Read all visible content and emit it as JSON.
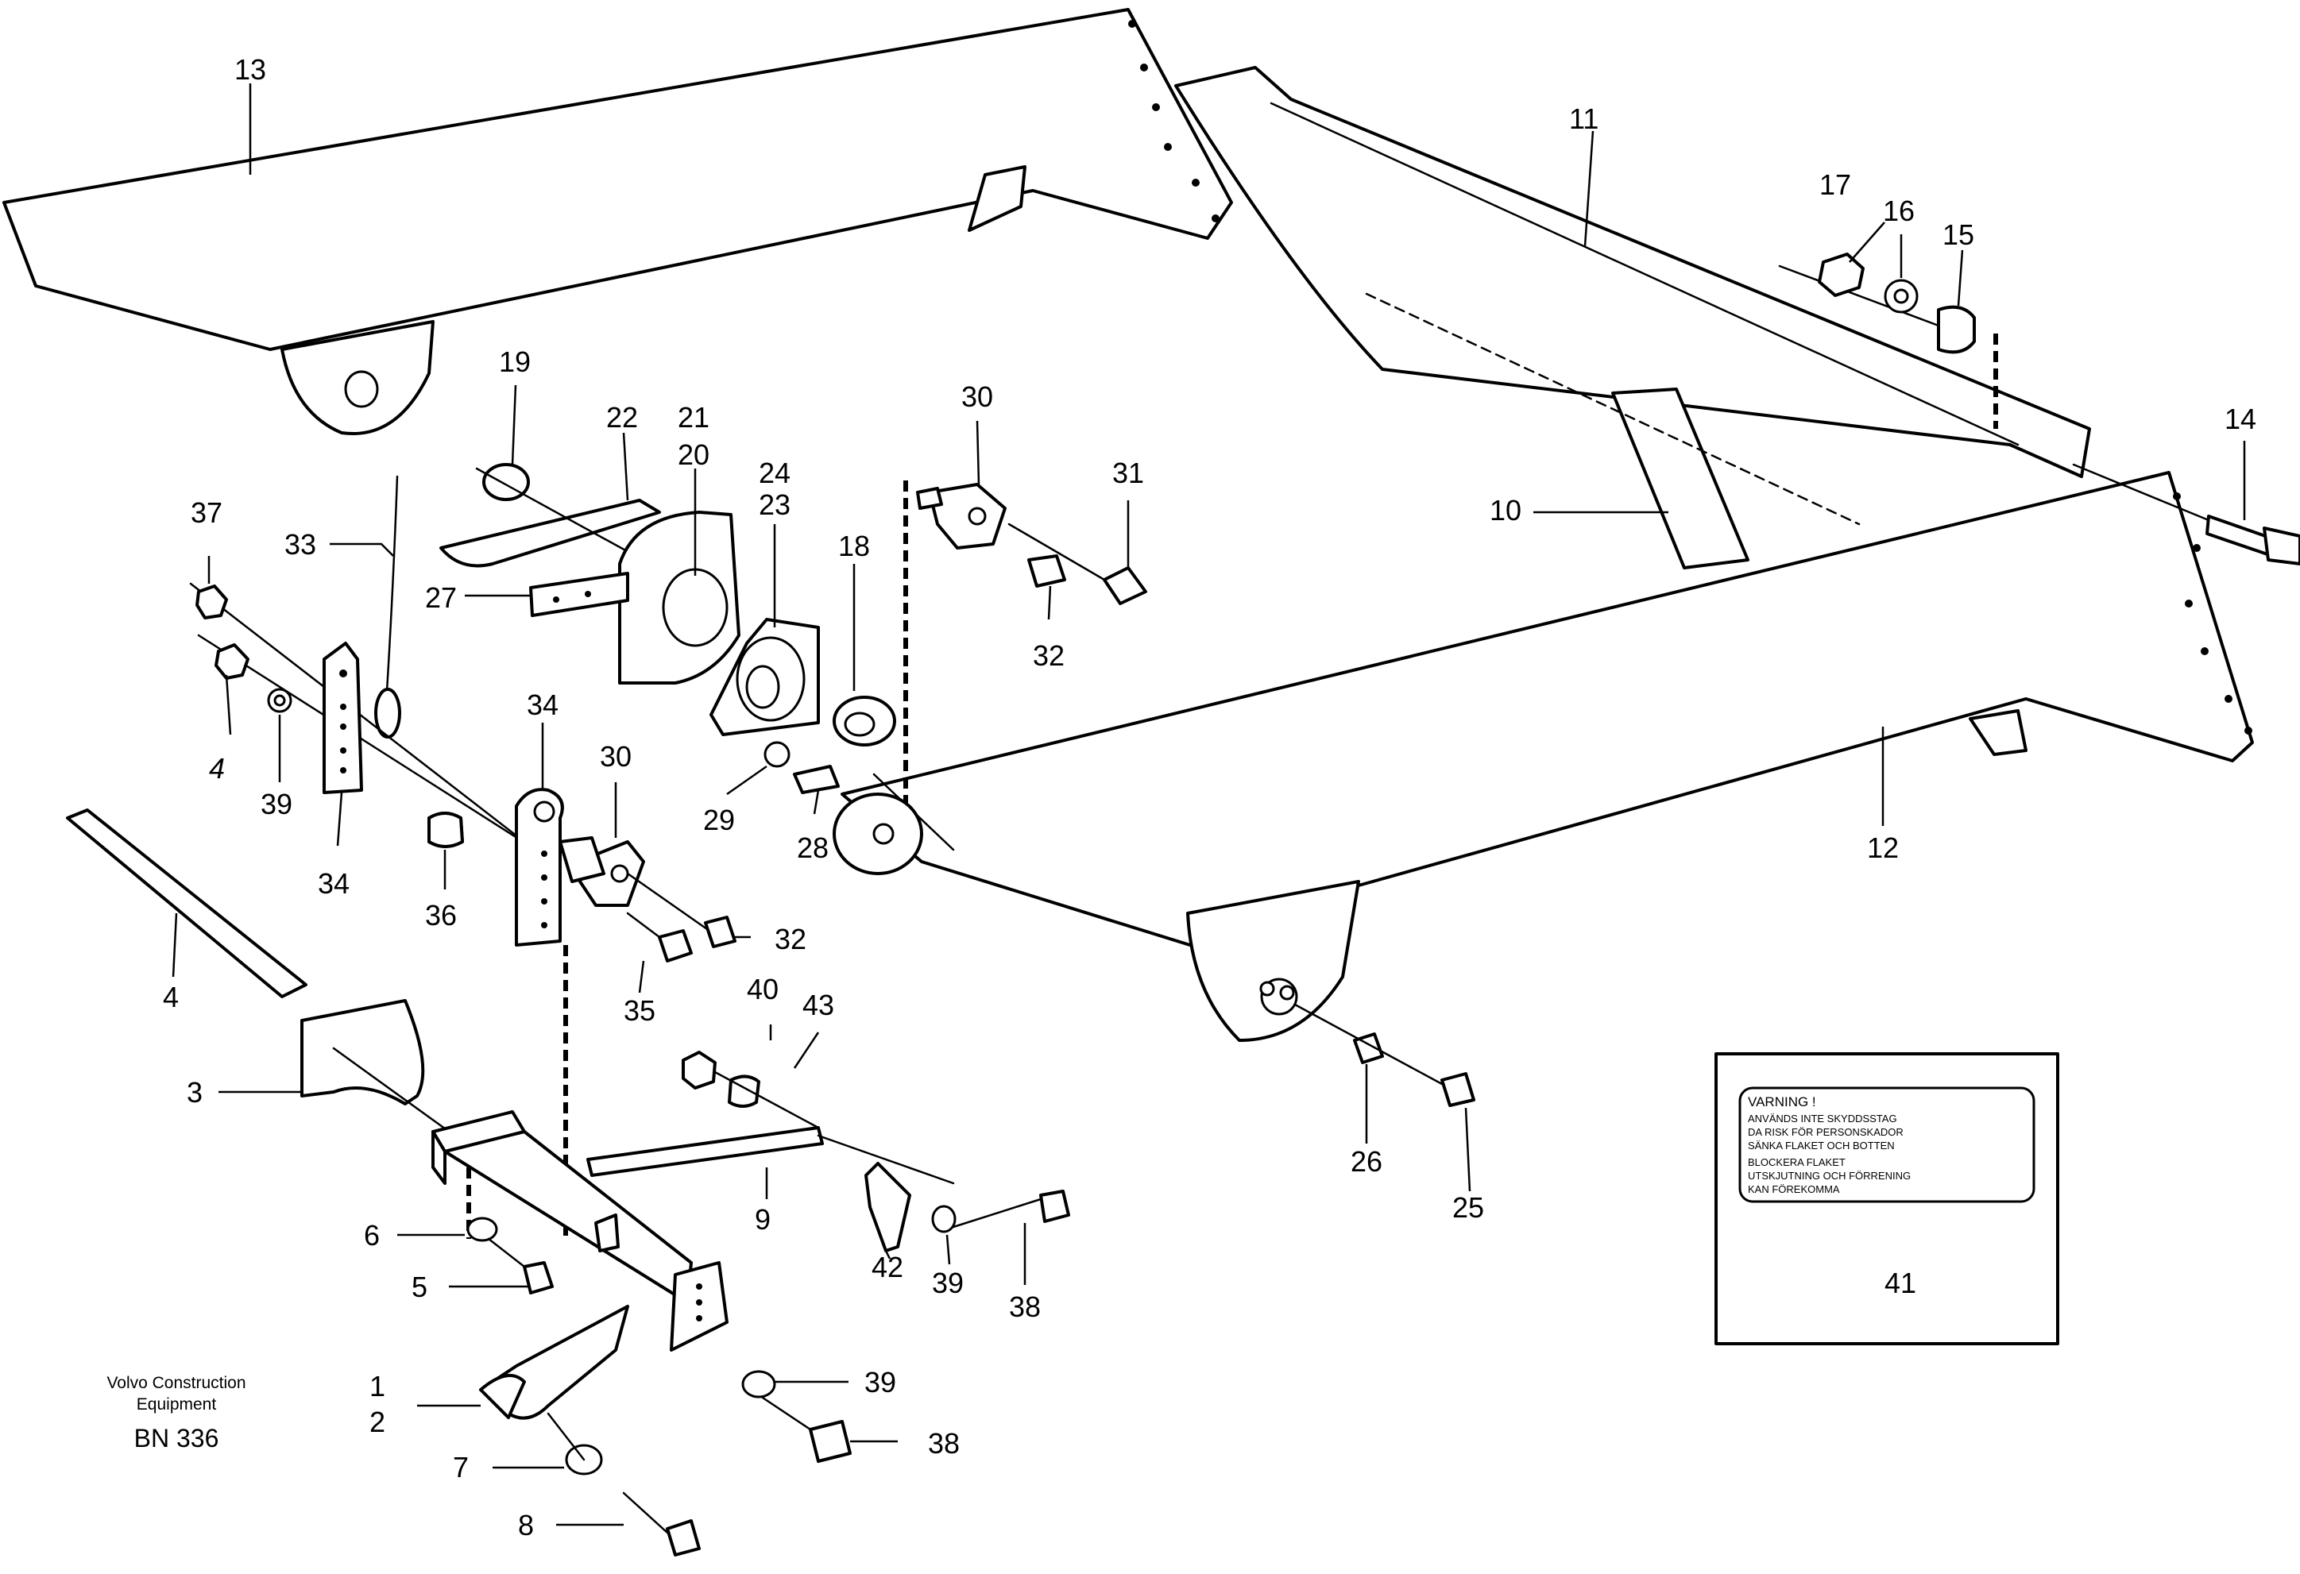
{
  "callouts": {
    "c1": "1",
    "c2": "2",
    "c3": "3",
    "c4a": "4",
    "c4b": "4",
    "c5": "5",
    "c6": "6",
    "c7": "7",
    "c8": "8",
    "c9": "9",
    "c10": "10",
    "c11": "11",
    "c12": "12",
    "c13": "13",
    "c14": "14",
    "c15": "15",
    "c16": "16",
    "c17": "17",
    "c18": "18",
    "c19": "19",
    "c20": "20",
    "c21": "21",
    "c22": "22",
    "c23": "23",
    "c24": "24",
    "c25": "25",
    "c26": "26",
    "c27": "27",
    "c28": "28",
    "c29": "29",
    "c30a": "30",
    "c30b": "30",
    "c31": "31",
    "c32a": "32",
    "c32b": "32",
    "c33": "33",
    "c34a": "34",
    "c34b": "34",
    "c35": "35",
    "c36": "36",
    "c37": "37",
    "c38a": "38",
    "c38b": "38",
    "c39a": "39",
    "c39b": "39",
    "c39c": "39",
    "c40": "40",
    "c41": "41",
    "c42": "42",
    "c43": "43"
  },
  "branding": {
    "line1": "Volvo Construction",
    "line2": "Equipment",
    "code": "BN 336"
  },
  "warning_sign": {
    "title": "VARNING !",
    "lines": [
      "ANVÄNDS INTE SKYDDSSTAG",
      "DA RISK FÖR PERSONSKADOR",
      "SÄNKA FLAKET OCH BOTTEN",
      "BLOCKERA FLAKET",
      "UTSKJUTNING OCH FÖRRENING",
      "KAN FÖREKOMMA"
    ]
  }
}
